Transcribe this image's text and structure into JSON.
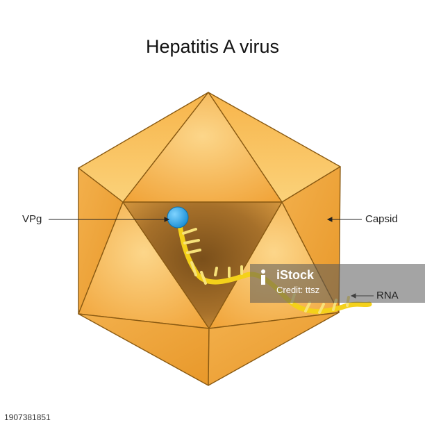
{
  "title": "Hepatitis A virus",
  "labels": {
    "vpg": "VPg",
    "capsid": "Capsid",
    "rna": "RNA"
  },
  "watermark": {
    "brand": "iStock",
    "credit": "Credit: ttsz"
  },
  "footer": {
    "id": "1907381851"
  },
  "colors": {
    "capsid": "#f2a53a",
    "capsid_edge": "#8a5a12",
    "vpg": "#1a9fe6",
    "rna": "#f4d11a"
  }
}
